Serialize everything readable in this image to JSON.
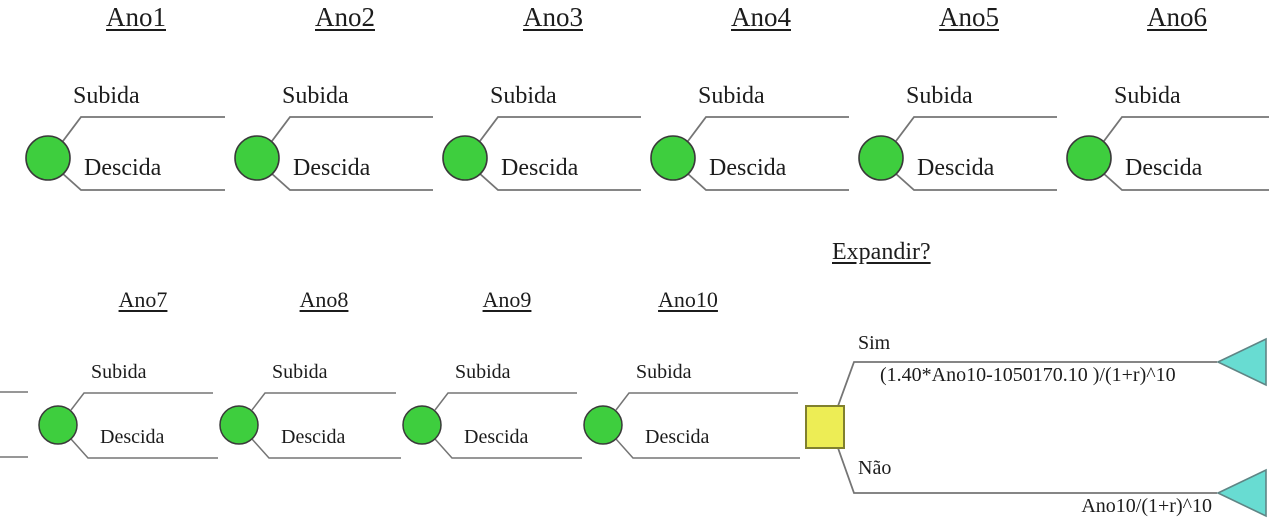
{
  "colors": {
    "chance_node_fill": "#3ECE3E",
    "chance_node_border": "#3a3a3a",
    "decision_node_fill": "#EDED55",
    "decision_node_border": "#80802E",
    "terminal_node_fill": "#68DCD2",
    "terminal_node_border": "#5F8585",
    "branch_line": "#757575",
    "text": "#1c1c1c"
  },
  "top_row": {
    "nodes": [
      {
        "title": "Ano1",
        "node_type": "chance",
        "up_label": "Subida",
        "down_label": "Descida"
      },
      {
        "title": "Ano2",
        "node_type": "chance",
        "up_label": "Subida",
        "down_label": "Descida"
      },
      {
        "title": "Ano3",
        "node_type": "chance",
        "up_label": "Subida",
        "down_label": "Descida"
      },
      {
        "title": "Ano4",
        "node_type": "chance",
        "up_label": "Subida",
        "down_label": "Descida"
      },
      {
        "title": "Ano5",
        "node_type": "chance",
        "up_label": "Subida",
        "down_label": "Descida"
      },
      {
        "title": "Ano6",
        "node_type": "chance",
        "up_label": "Subida",
        "down_label": "Descida"
      }
    ]
  },
  "bottom_row": {
    "nodes": [
      {
        "title": "Ano7",
        "node_type": "chance",
        "up_label": "Subida",
        "down_label": "Descida"
      },
      {
        "title": "Ano8",
        "node_type": "chance",
        "up_label": "Subida",
        "down_label": "Descida"
      },
      {
        "title": "Ano9",
        "node_type": "chance",
        "up_label": "Subida",
        "down_label": "Descida"
      },
      {
        "title": "Ano10",
        "node_type": "chance",
        "up_label": "Subida",
        "down_label": "Descida"
      }
    ]
  },
  "decision_section": {
    "title": "Expandir?",
    "node_type": "decision",
    "branches": [
      {
        "label": "Sim",
        "formula": "(1.40*Ano10-1050170.10 )/(1+r)^10",
        "terminal": "triangle"
      },
      {
        "label": "Não",
        "formula": "Ano10/(1+r)^10",
        "terminal": "triangle"
      }
    ]
  }
}
